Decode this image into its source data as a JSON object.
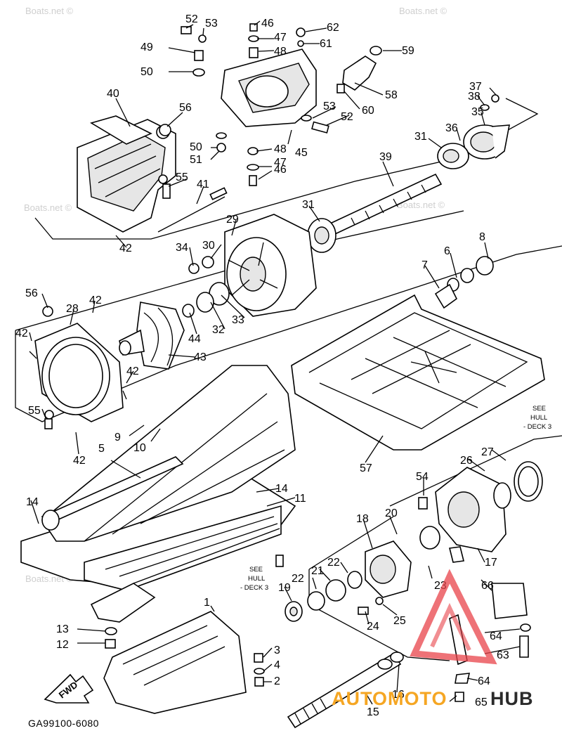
{
  "watermarks": [
    "Boats.net ©",
    "Boats.net ©",
    "Boats.net ©",
    "Boats.net ©",
    "Boats.net ©"
  ],
  "labels": [
    "52",
    "53",
    "46",
    "62",
    "49",
    "47",
    "61",
    "59",
    "48",
    "50",
    "58",
    "40",
    "56",
    "53",
    "52",
    "60",
    "37",
    "38",
    "35",
    "36",
    "31",
    "50",
    "48",
    "51",
    "47",
    "46",
    "45",
    "39",
    "55",
    "41",
    "31",
    "29",
    "42",
    "30",
    "34",
    "8",
    "6",
    "7",
    "56",
    "28",
    "42",
    "44",
    "32",
    "33",
    "42",
    "43",
    "42",
    "55",
    "9",
    "10",
    "42",
    "5",
    "57",
    "27",
    "26",
    "54",
    "14",
    "14",
    "11",
    "20",
    "18",
    "17",
    "22",
    "21",
    "22",
    "23",
    "66",
    "19",
    "25",
    "24",
    "13",
    "64",
    "12",
    "63",
    "3",
    "4",
    "2",
    "64",
    "16",
    "15",
    "65",
    "1"
  ],
  "see_notes": [
    {
      "line1": "SEE",
      "line2": "HULL",
      "line3": "- DECK 3"
    },
    {
      "line1": "SEE",
      "line2": "HULL",
      "line3": "- DECK 3"
    }
  ],
  "fwd_label": "FWD",
  "diagram_code": "GA99100-6080",
  "brand": {
    "part1": "AUTOMOTO",
    "part2": "HUB",
    "color1": "#f5a623",
    "color2": "#2b2b2b",
    "logo_color": "#e8434a"
  }
}
